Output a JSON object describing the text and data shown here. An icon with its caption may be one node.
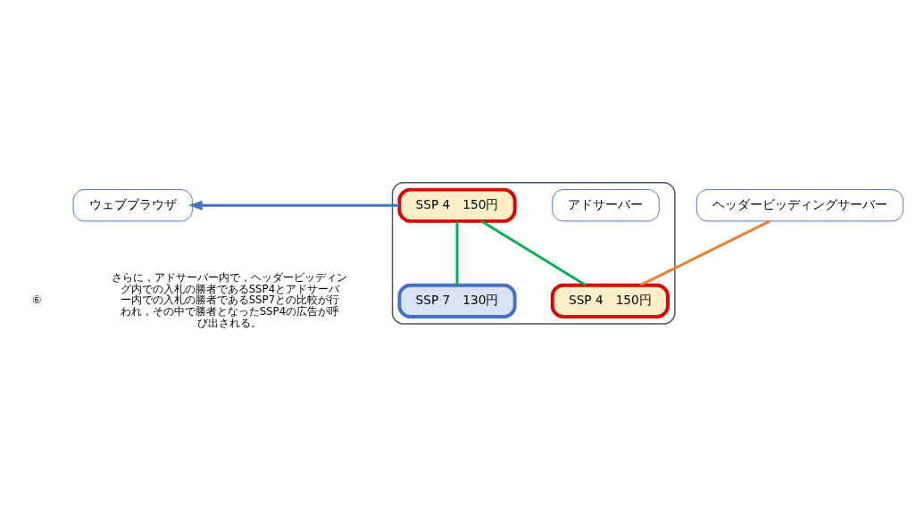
{
  "diagram": {
    "nodes": [
      {
        "text": [
          "ウェブブラウザ"
        ]
      },
      {
        "text": [],
        "shape": "box"
      },
      {
        "text": [
          "アドサーバー"
        ],
        "in": 1
      },
      {
        "text": [
          "SSP 4　150円"
        ],
        "in": 1
      },
      {
        "text": [
          "SSP 4　150円"
        ],
        "in": 1
      },
      {
        "text": [
          "SSP 7　130円"
        ],
        "in": 1
      },
      {
        "text": [
          "ヘッダービッディングサーバー"
        ]
      }
    ],
    "edges": [
      {
        "from": 3,
        "to": 0,
        "arrow": "to",
        "color": "#4472c4"
      },
      {
        "from": 3,
        "to": 4,
        "arrow": "none",
        "color": "#00b050"
      },
      {
        "from": 3,
        "to": 5,
        "arrow": "none",
        "color": "#00b050"
      },
      {
        "from": 6,
        "to": 4,
        "arrow": "none",
        "color": "#ed7d31"
      }
    ],
    "labels": [
      "⑥",
      "さらに，アドサーバー内で，ヘッダービッディング内での入札の勝者であるSSP4とアドサーバー内での入札の勝者であるSSP7との比較が行われ，その中で勝者となったSSP4の広告が呼び出される。"
    ]
  }
}
